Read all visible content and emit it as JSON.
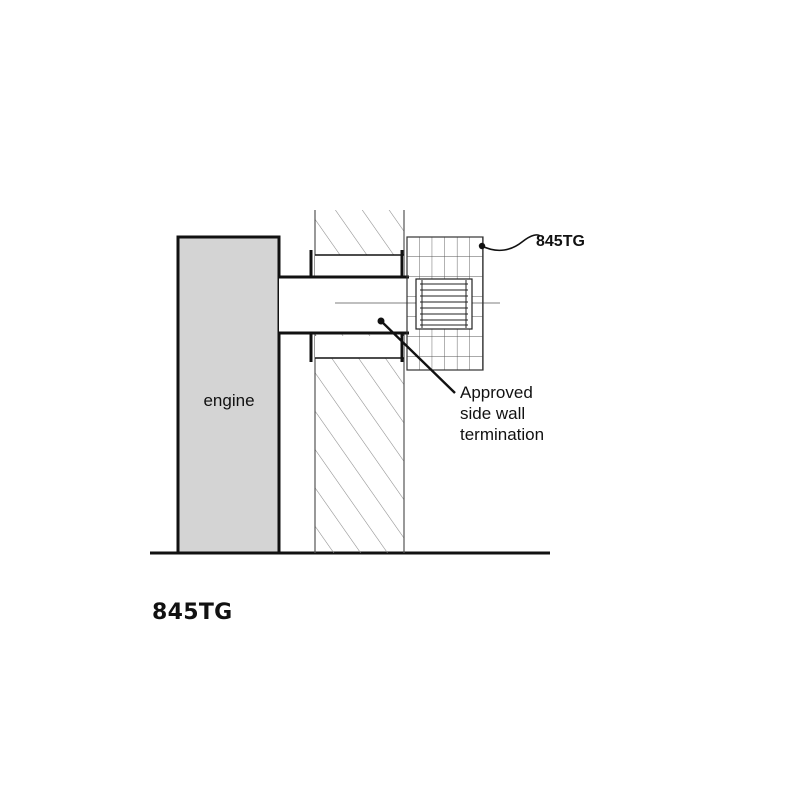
{
  "diagram": {
    "engine_label": "engine",
    "product_label": "845TG",
    "callout_lines": [
      "Approved",
      "side wall",
      "termination"
    ]
  },
  "caption": "845TG",
  "colors": {
    "engine_fill": "#d4d4d4",
    "line": "#111111",
    "hatch": "#888888",
    "grid": "#555555"
  }
}
